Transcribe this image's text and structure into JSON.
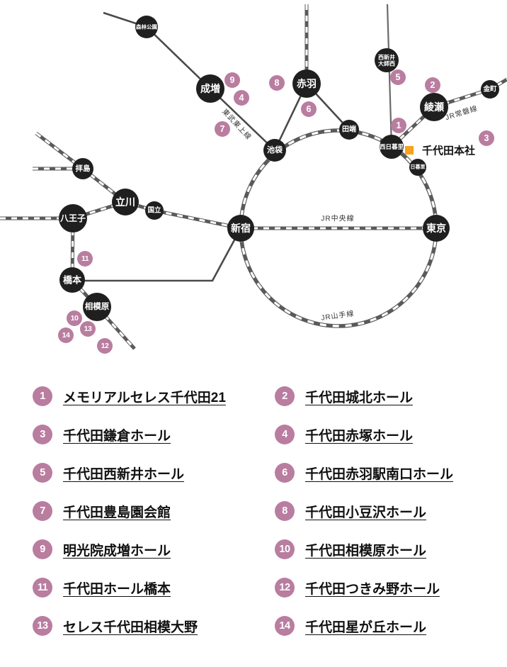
{
  "colors": {
    "badge_pink": "#b97da0",
    "station_black": "#1f1f1f",
    "hq_orange": "#f7a11c"
  },
  "map": {
    "hq_label": "千代田本社",
    "line_labels": {
      "tobu_tojo": "東武東上線",
      "jr_joban": "JR常磐線",
      "jr_chuo": "JR中央線",
      "jr_yamanote": "JR山手線"
    },
    "stations": {
      "shinrin_koen": "森林公園",
      "narimasu": "成増",
      "ikebukuro": "池袋",
      "akabane": "赤羽",
      "tabata": "田端",
      "nishiarai_l1": "西新井",
      "nishiarai_l2": "大師西",
      "ayase": "綾瀬",
      "kanamachi": "金町",
      "nishi_nippori": "西日暮里",
      "nippori": "日暮里",
      "shinjuku": "新宿",
      "tokyo": "東京",
      "haijima": "拝島",
      "tachikawa": "立川",
      "kunitachi": "国立",
      "hachioji": "八王子",
      "hashimoto": "橋本",
      "sagamihara": "相模原"
    }
  },
  "halls": [
    {
      "num": "1",
      "name": "メモリアルセレス千代田21"
    },
    {
      "num": "2",
      "name": "千代田城北ホール"
    },
    {
      "num": "3",
      "name": "千代田鎌倉ホール"
    },
    {
      "num": "4",
      "name": "千代田赤塚ホール"
    },
    {
      "num": "5",
      "name": "千代田西新井ホール"
    },
    {
      "num": "6",
      "name": "千代田赤羽駅南口ホール"
    },
    {
      "num": "7",
      "name": "千代田豊島園会館"
    },
    {
      "num": "8",
      "name": "千代田小豆沢ホール"
    },
    {
      "num": "9",
      "name": "明光院成増ホール"
    },
    {
      "num": "10",
      "name": "千代田相模原ホール"
    },
    {
      "num": "11",
      "name": "千代田ホール橋本"
    },
    {
      "num": "12",
      "name": "千代田つきみ野ホール"
    },
    {
      "num": "13",
      "name": "セレス千代田相模大野"
    },
    {
      "num": "14",
      "name": "千代田星が丘ホール"
    }
  ]
}
